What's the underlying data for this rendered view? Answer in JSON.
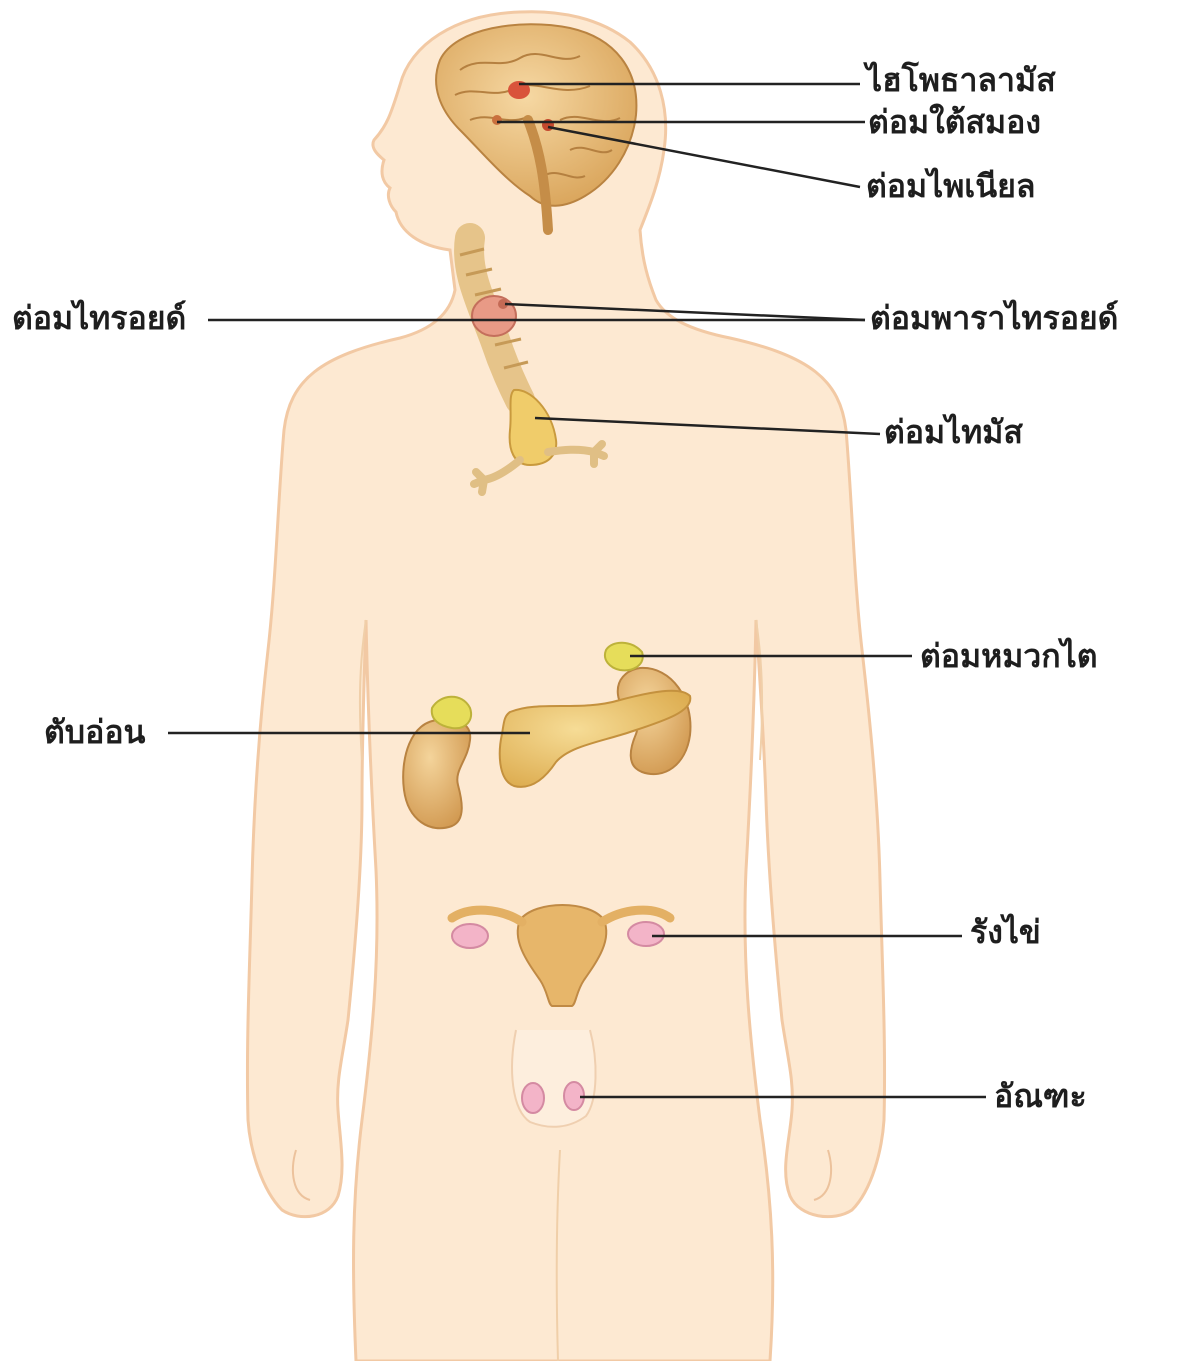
{
  "diagram": {
    "labels": {
      "hypothalamus": "ไฮโพธาลามัส",
      "pituitary": "ต่อมใต้สมอง",
      "pineal": "ต่อมไพเนียล",
      "thyroid": "ต่อมไทรอยด์",
      "parathyroid": "ต่อมพาราไทรอยด์",
      "thymus": "ต่อมไทมัส",
      "adrenal": "ต่อมหมวกไต",
      "pancreas": "ตับอ่อน",
      "ovary": "รังไข่",
      "testis": "อัณฑะ"
    },
    "colors": {
      "skin": "#fde9d2",
      "outline": "#f2c9a4",
      "brain": "#e9b96e",
      "gland": "#e7c06f",
      "adrenal": "#e6dd5a",
      "hypothalamus": "#d9533b",
      "thyroid": "#e89a86",
      "gonad": "#f3b4c8",
      "line": "#222222"
    }
  }
}
